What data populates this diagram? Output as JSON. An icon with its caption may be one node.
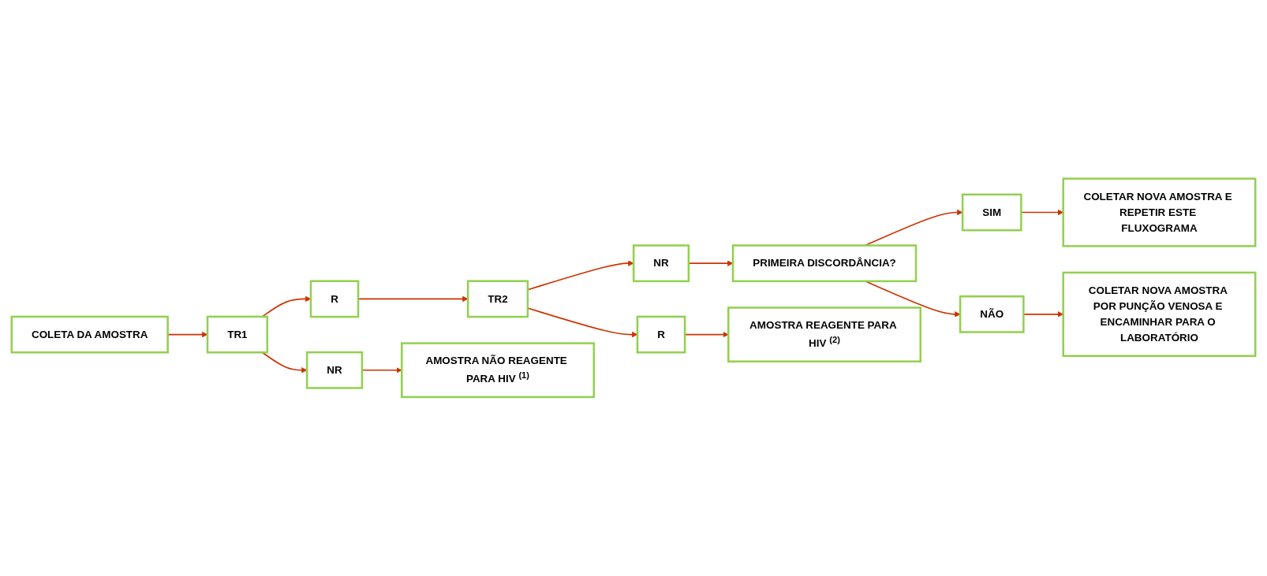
{
  "diagram": {
    "nodes": [
      {
        "text": [
          "COLETA DA AMOSTRA"
        ]
      },
      {
        "text": [
          "TR1"
        ]
      },
      {
        "text": [
          "R"
        ]
      },
      {
        "text": [
          "TR2"
        ]
      },
      {
        "text": [
          "NR"
        ]
      },
      {
        "text": [
          "PRIMEIRA DISCORDÂNCIA?"
        ]
      },
      {
        "text": [
          "SIM"
        ]
      },
      {
        "text": [
          "NR"
        ]
      },
      {
        "text": [
          "AMOSTRA NÃO REAGENTE PARA HIV $^{(1)}$"
        ]
      },
      {
        "text": [
          "R"
        ]
      },
      {
        "text": [
          "AMOSTRA REAGENTE PARA HIV $^{(2)}$"
        ]
      },
      {
        "text": [
          "NÃO"
        ]
      },
      {
        "text": [
          "COLETAR NOVA AMOSTRA POR PUNÇÃO VENOSA E ENCAMINHAR PARA O LABORATÓRIO"
        ]
      },
      {
        "text": [
          "COLETAR NOVA AMOSTRA E REPETIR ESTE FLUXOGRAMA"
        ]
      }
    ],
    "edges": [
      {
        "from": 0,
        "to": 1,
        "arrow": "to"
      },
      {
        "from": 1,
        "to": 2,
        "arrow": "to"
      },
      {
        "from": 2,
        "to": 3,
        "arrow": "to"
      },
      {
        "from": 3,
        "to": 4,
        "arrow": "to"
      },
      {
        "from": 4,
        "to": 5,
        "arrow": "to"
      },
      {
        "from": 5,
        "to": 6,
        "arrow": "to"
      },
      {
        "from": 1,
        "to": 7,
        "arrow": "to"
      },
      {
        "from": 7,
        "to": 8,
        "arrow": "to"
      },
      {
        "from": 3,
        "to": 9,
        "arrow": "to"
      },
      {
        "from": 9,
        "to": 10,
        "arrow": "to"
      },
      {
        "from": 5,
        "to": 11,
        "arrow": "to"
      },
      {
        "from": 11,
        "to": 12,
        "arrow": "to"
      },
      {
        "from": 6,
        "to": 13,
        "arrow": "to"
      }
    ]
  }
}
